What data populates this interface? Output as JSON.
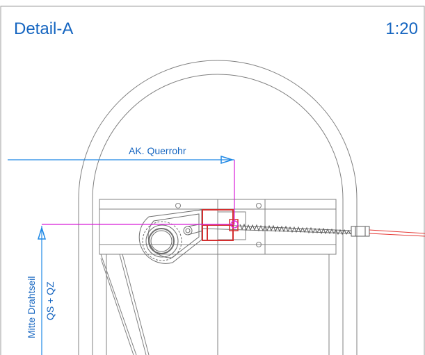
{
  "title": "Detail-A",
  "scale": "1:20",
  "labels": {
    "ak_querrohr": "AK. Querrohr",
    "mitte_drahtseil": "Mitte Drahtseil",
    "qs_qz": "QS + QZ"
  },
  "colors": {
    "frame": "#808080",
    "annotation_blue": "#1e88e5",
    "text_blue": "#1565c0",
    "magenta": "#d81bd8",
    "clamp_red": "#d32f2f",
    "cable_red": "#e53935"
  }
}
